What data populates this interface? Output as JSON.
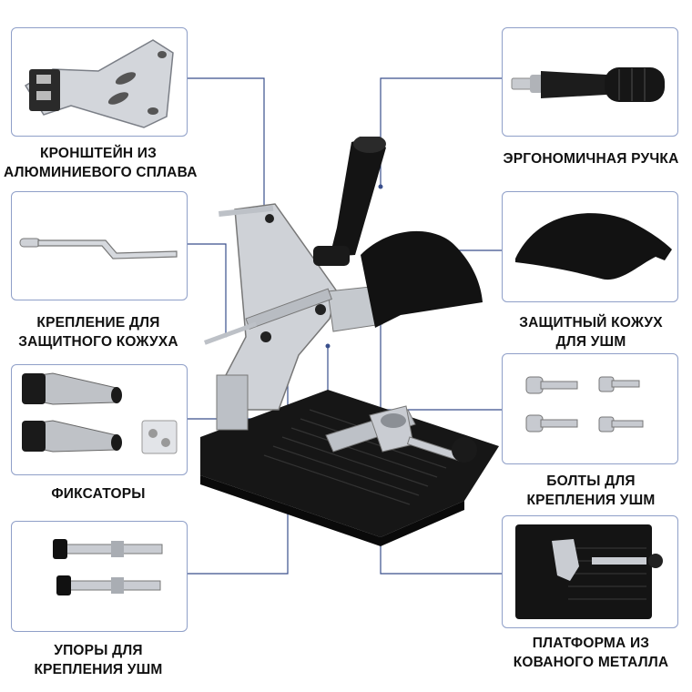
{
  "callouts": {
    "bracket": [
      "КРОНШТЕЙН ИЗ",
      "АЛЮМИНИЕВОГО СПЛАВА"
    ],
    "handle": [
      "ЭРГОНОМИЧНАЯ РУЧКА"
    ],
    "guard_mount": [
      "КРЕПЛЕНИЕ ДЛЯ",
      "ЗАЩИТНОГО КОЖУХА"
    ],
    "guard": [
      "ЗАЩИТНЫЙ КОЖУХ",
      "ДЛЯ УШМ"
    ],
    "clamps": [
      "ФИКСАТОРЫ"
    ],
    "bolts": [
      "БОЛТЫ ДЛЯ",
      "КРЕПЛЕНИЯ УШМ"
    ],
    "stops": [
      "УПОРЫ ДЛЯ",
      "КРЕПЛЕНИЯ УШМ"
    ],
    "platform": [
      "ПЛАТФОРМА ИЗ",
      "КОВАНОГО МЕТАЛЛА"
    ]
  },
  "colors": {
    "card_border": "#8f9fc8",
    "leader_line": "#3a4f8c",
    "metal": "#c9ccd2",
    "black_part": "#141414"
  }
}
